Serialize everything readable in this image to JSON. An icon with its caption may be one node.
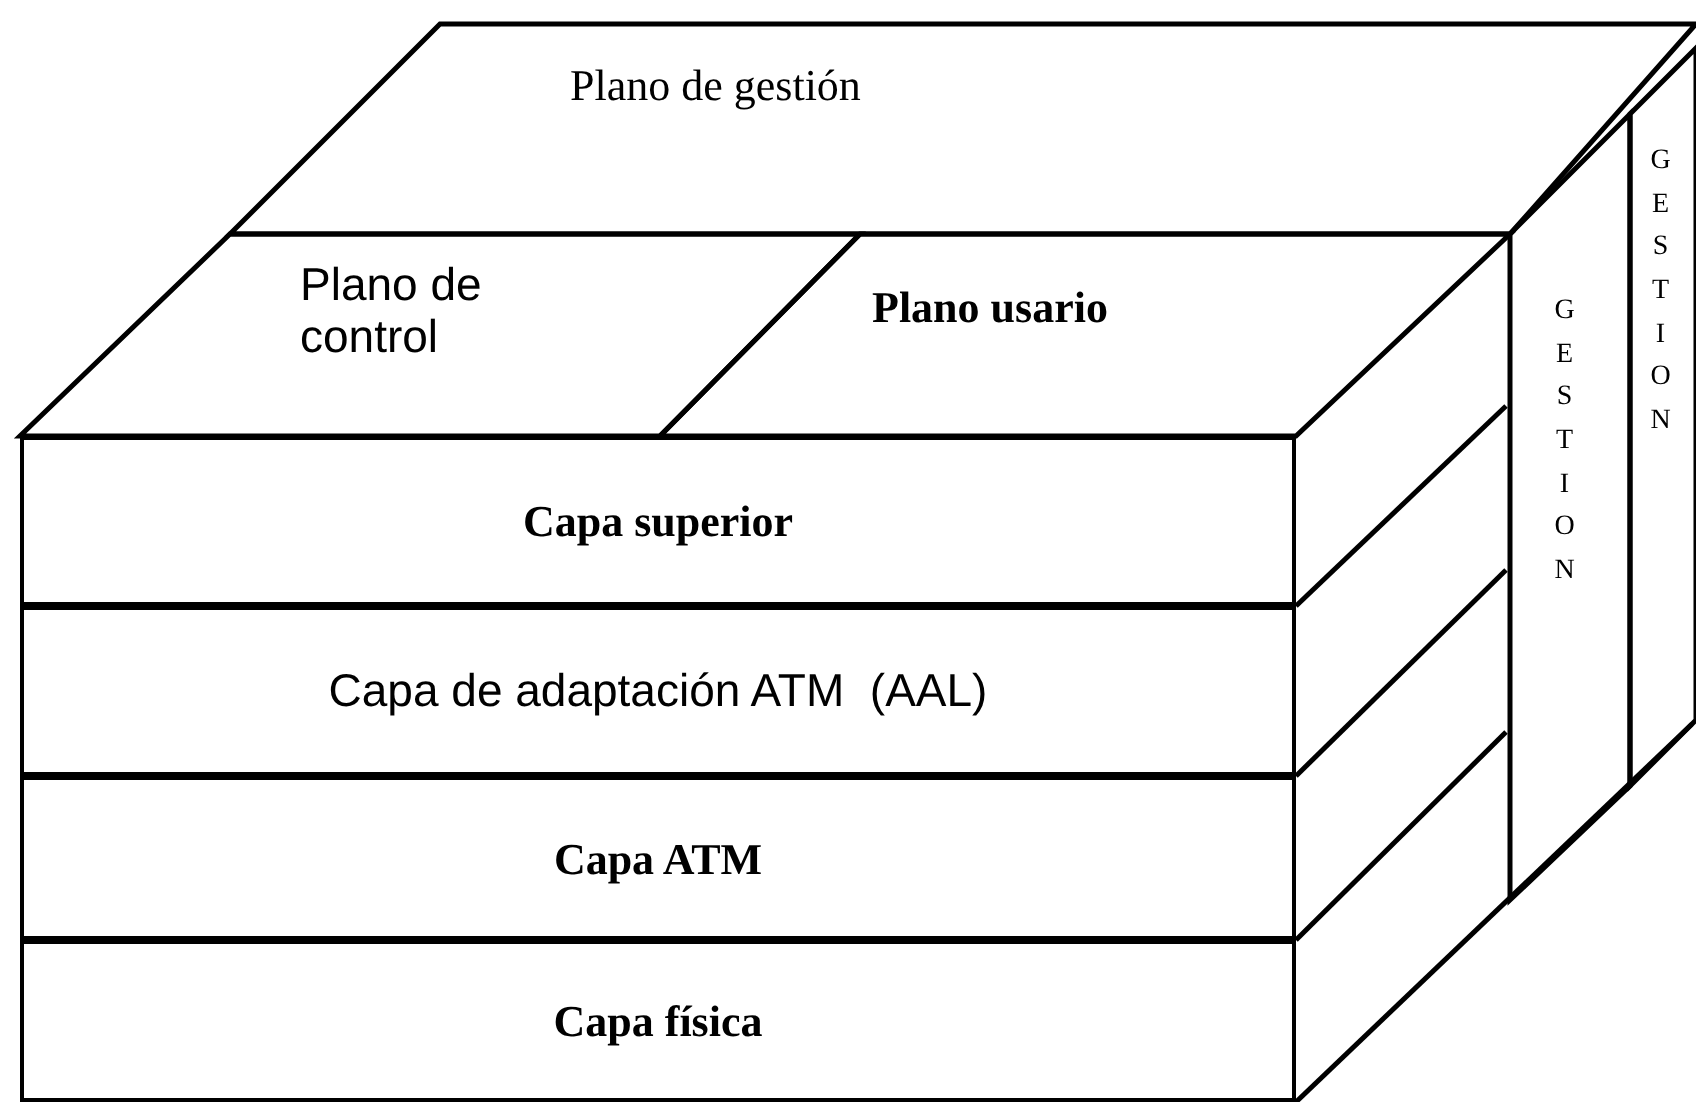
{
  "diagram": {
    "nodes": [
      {
        "text": [
          "Plano de gestión"
        ]
      },
      {
        "text": [
          "Plano de control"
        ]
      },
      {
        "text": [
          "Plano usario"
        ]
      },
      {
        "text": [
          "Capa superior"
        ]
      },
      {
        "text": [
          "Capa de adaptación ATM  (AAL)"
        ]
      },
      {
        "text": [
          "Capa ATM"
        ]
      },
      {
        "text": [
          "Capa física"
        ]
      },
      {
        "text": [
          "GESTION"
        ]
      },
      {
        "text": [
          "GESTION"
        ]
      }
    ]
  }
}
